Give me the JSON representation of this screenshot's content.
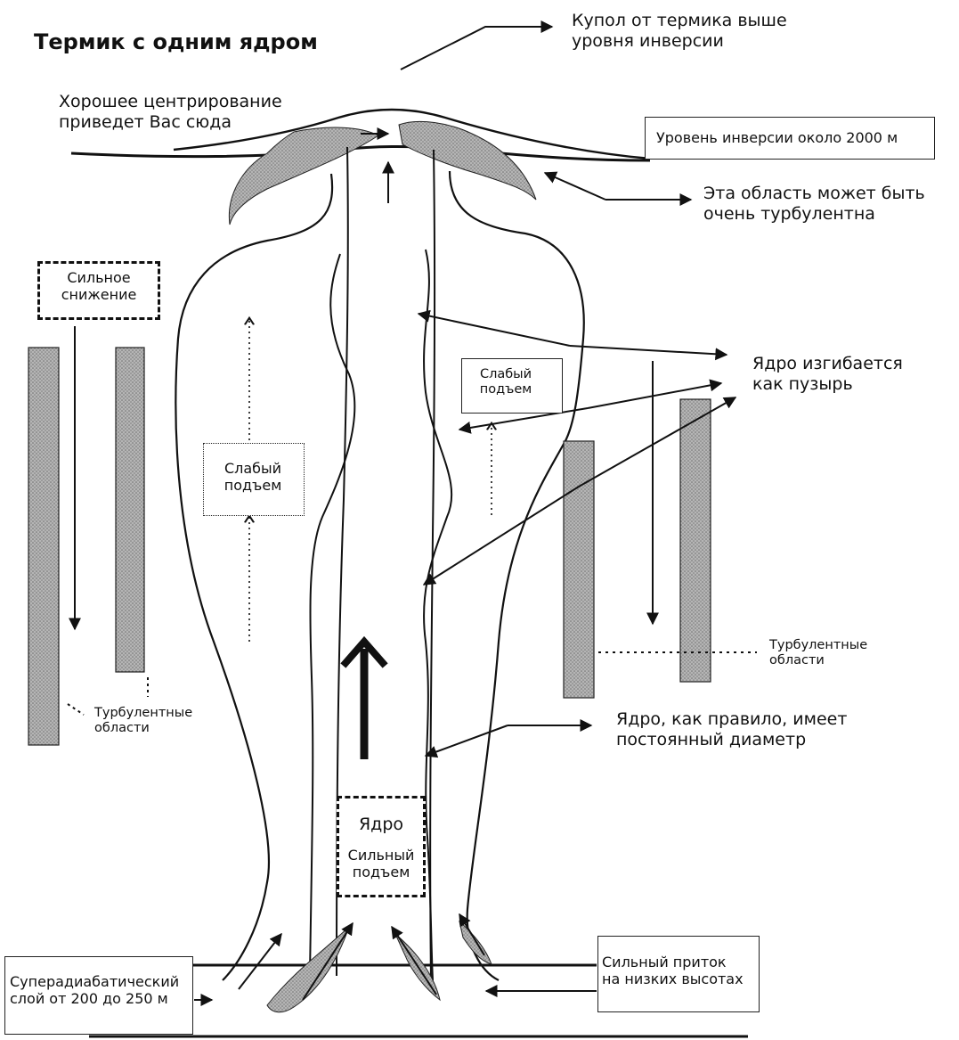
{
  "title": "Термик с одним ядром",
  "labels": {
    "dome": "Купол от термика выше\nуровня инверсии",
    "centering": "Хорошее центрирование\nприведет Вас сюда",
    "inversion": "Уровень инверсии около 2000 м",
    "turbulent_area": "Эта область может быть\nочень турбулентна",
    "strong_sink": "Сильное\nснижение",
    "weak_lift_right": "Слабый\nподъем",
    "core_bends": "Ядро изгибается\nкак пузырь",
    "weak_lift_left": "Слабый\nподъем",
    "turbulent_right": "Турбулентные\nобласти",
    "turbulent_left": "Турбулентные\nобласти",
    "core_diameter": "Ядро, как правило, имеет\nпостоянный диаметр",
    "core": "Ядро",
    "strong_lift": "Сильный\nподъем",
    "superadiabatic": "Суперадиабатический\nслой от 200 до 250 м",
    "strong_inflow": "Сильный приток\nна низких высотах"
  },
  "colors": {
    "line": "#111111",
    "hatch": "#8a8a8a"
  }
}
